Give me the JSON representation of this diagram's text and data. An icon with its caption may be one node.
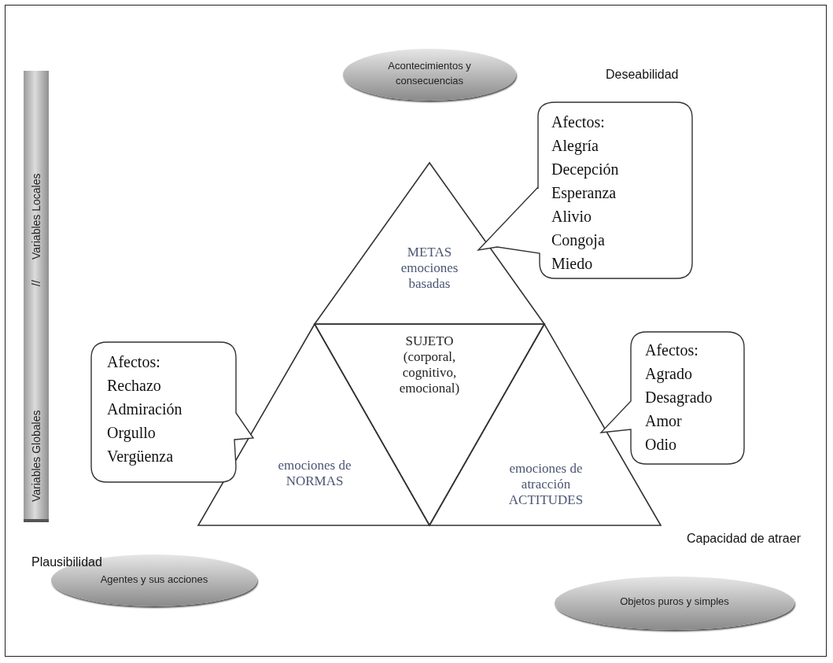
{
  "diagram": {
    "nodes": [
      {
        "text": [
          "Acontecimientos y consecuencias"
        ]
      },
      {
        "text": [
          "METAS emociones basadas"
        ]
      },
      {
        "text": [
          "SUJETO",
          "(corporal, cognitivo, emocional)"
        ]
      },
      {
        "text": [
          "emociones de NORMAS"
        ]
      },
      {
        "text": [
          "emociones de atracción ACTITUDES"
        ]
      },
      {
        "text": [
          "Afectos:",
          "Alegría",
          "Decepción",
          "Esperanza",
          "Alivio",
          "Congoja",
          "Miedo"
        ]
      },
      {
        "text": [
          "Afectos:",
          "Rechazo",
          "Admiración",
          "Orgullo",
          "Vergüenza"
        ]
      },
      {
        "text": [
          "Afectos:",
          "Agrado",
          "Desagrado",
          "Amor",
          "Odio"
        ]
      },
      {
        "text": [
          "Variables Locales",
          "//",
          "Variables Globales"
        ]
      },
      {
        "text": [
          "Agentes y sus acciones"
        ]
      },
      {
        "text": [
          "Objetos puros y simples"
        ]
      }
    ],
    "labels": [
      "Deseabilidad",
      "Capacidad de atraer",
      "Plausibilidad"
    ]
  }
}
